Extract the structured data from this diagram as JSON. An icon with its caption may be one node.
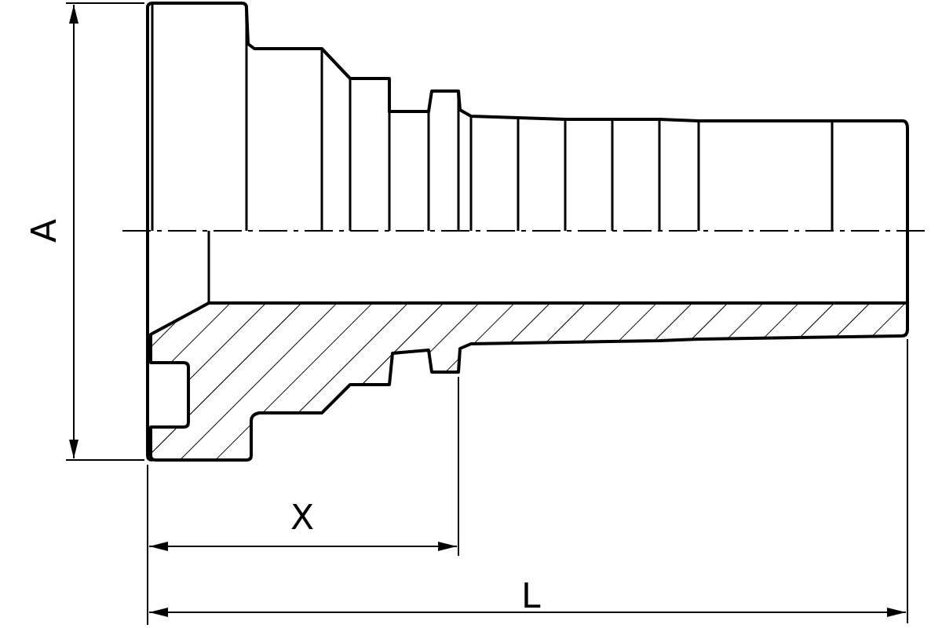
{
  "diagram": {
    "labels": [
      "A",
      "X",
      "L"
    ]
  }
}
